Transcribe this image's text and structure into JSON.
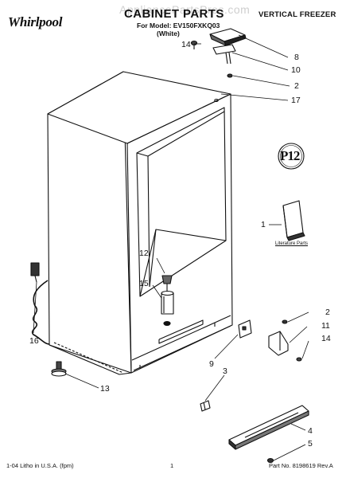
{
  "header": {
    "brand": "Whirlpool",
    "watermark": "AppliancePartsPros.com",
    "title": "CABINET PARTS",
    "model_line": "For Model: EV150FXKQ03",
    "color_line": "(White)",
    "doc_type": "VERTICAL FREEZER"
  },
  "badge": {
    "text": "P12"
  },
  "literature": {
    "label": "Literature Parts"
  },
  "callouts": {
    "c14a": "14",
    "c8": "8",
    "c10": "10",
    "c2a": "2",
    "c17": "17",
    "c1": "1",
    "c12": "12",
    "c15": "15",
    "c2b": "2",
    "c11": "11",
    "c14b": "14",
    "c9": "9",
    "c3": "3",
    "c16": "16",
    "c13": "13",
    "c4": "4",
    "c5": "5"
  },
  "footer": {
    "left": "1-04 Litho in U.S.A. (fpm)",
    "center": "1",
    "right": "Part No. 8198619 Rev.A"
  }
}
